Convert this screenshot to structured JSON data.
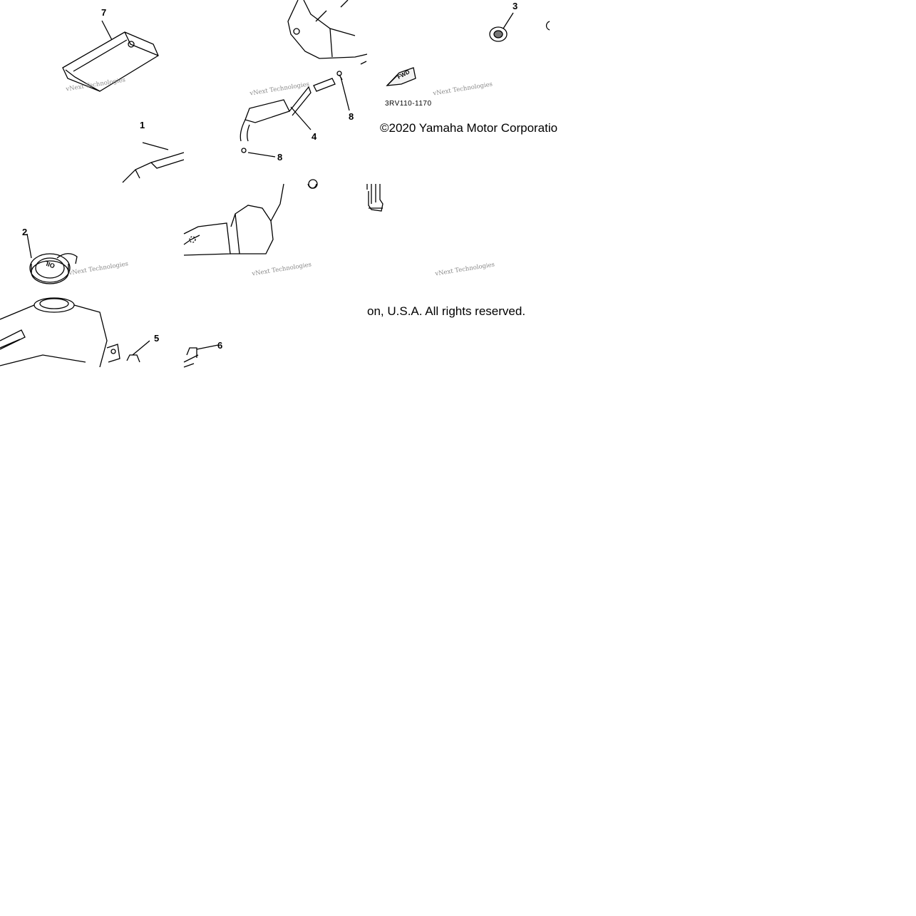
{
  "diagram": {
    "callouts": {
      "c1": "1",
      "c2": "2",
      "c3": "3",
      "c4": "4",
      "c5": "5",
      "c6": "6",
      "c7": "7",
      "c8a": "8",
      "c8b": "8"
    },
    "watermark": "vNext Technologies",
    "part_code": "3RV110-1170",
    "fwd_label": "FWD",
    "cap_marking": "OIL",
    "copyright_part1": "©2020 Yamaha Motor Corporatio",
    "copyright_part2": "on, U.S.A. All rights reserved."
  }
}
